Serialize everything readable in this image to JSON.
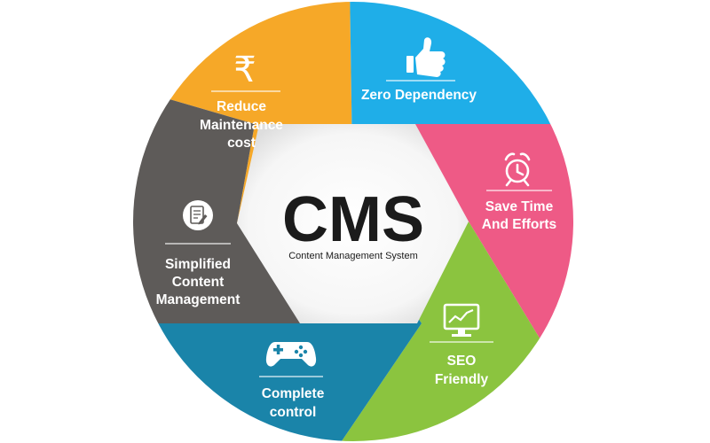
{
  "diagram": {
    "center": {
      "title": "CMS",
      "subtitle": "Content Management System"
    },
    "segments": [
      {
        "key": "reduce",
        "color": "#f6a828",
        "icon": "rupee-icon",
        "lines": [
          "Reduce",
          "Maintenance",
          "cost"
        ]
      },
      {
        "key": "zero",
        "color": "#1faee8",
        "icon": "thumbs-up-icon",
        "lines": [
          "Zero Dependency"
        ]
      },
      {
        "key": "save",
        "color": "#ee5a86",
        "icon": "alarm-clock-icon",
        "lines": [
          "Save Time",
          "And Efforts"
        ]
      },
      {
        "key": "seo",
        "color": "#8bc43f",
        "icon": "monitor-chart-icon",
        "lines": [
          "SEO",
          "Friendly"
        ]
      },
      {
        "key": "control",
        "color": "#1a84a9",
        "icon": "gamepad-icon",
        "lines": [
          "Complete",
          "control"
        ]
      },
      {
        "key": "simplified",
        "color": "#5e5b59",
        "icon": "document-icon",
        "lines": [
          "Simplified",
          "Content",
          "Management"
        ]
      }
    ],
    "center_text_color": "#1b1b1b"
  }
}
